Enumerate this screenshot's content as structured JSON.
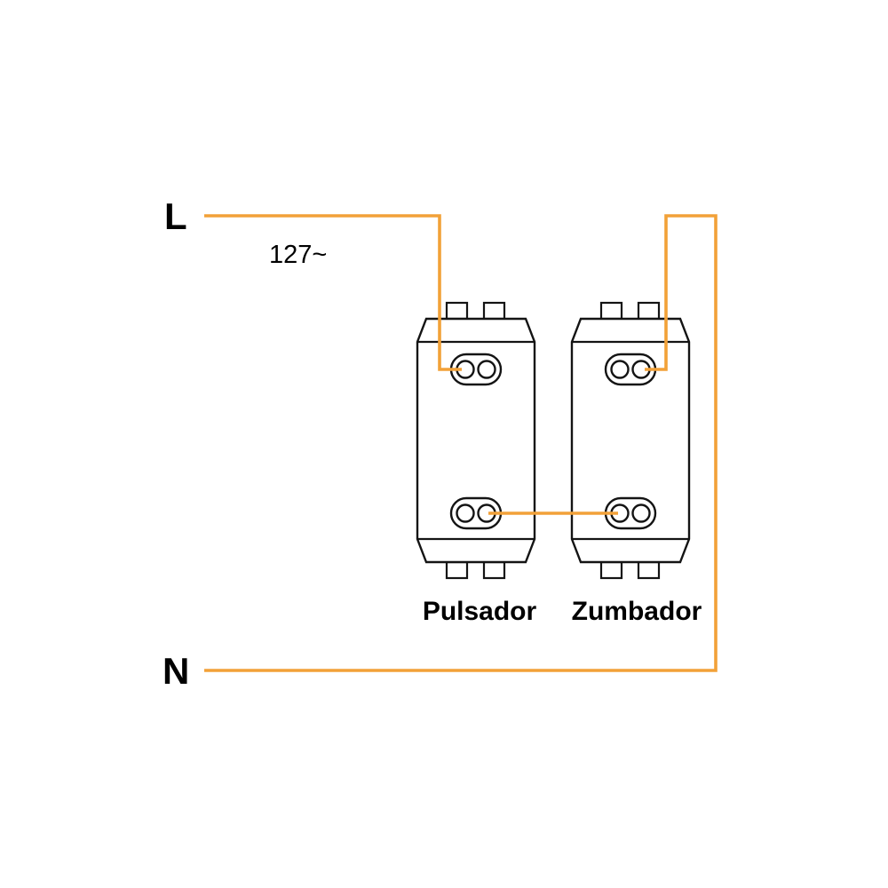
{
  "diagram": {
    "type": "wiring-diagram",
    "line_label": "L",
    "neutral_label": "N",
    "voltage_label": "127~",
    "components": [
      {
        "id": "pulsador",
        "label": "Pulsador",
        "terminals": [
          "top",
          "bottom"
        ]
      },
      {
        "id": "zumbador",
        "label": "Zumbador",
        "terminals": [
          "top",
          "bottom"
        ]
      }
    ],
    "connections": [
      "L line to pulsador top terminal",
      "pulsador bottom terminal to zumbador bottom terminal",
      "zumbador top terminal to right rail down to N line"
    ],
    "colors": {
      "wire": "#F2A138",
      "outline": "#141414",
      "text": "#000000",
      "background": "#FFFFFF"
    }
  }
}
